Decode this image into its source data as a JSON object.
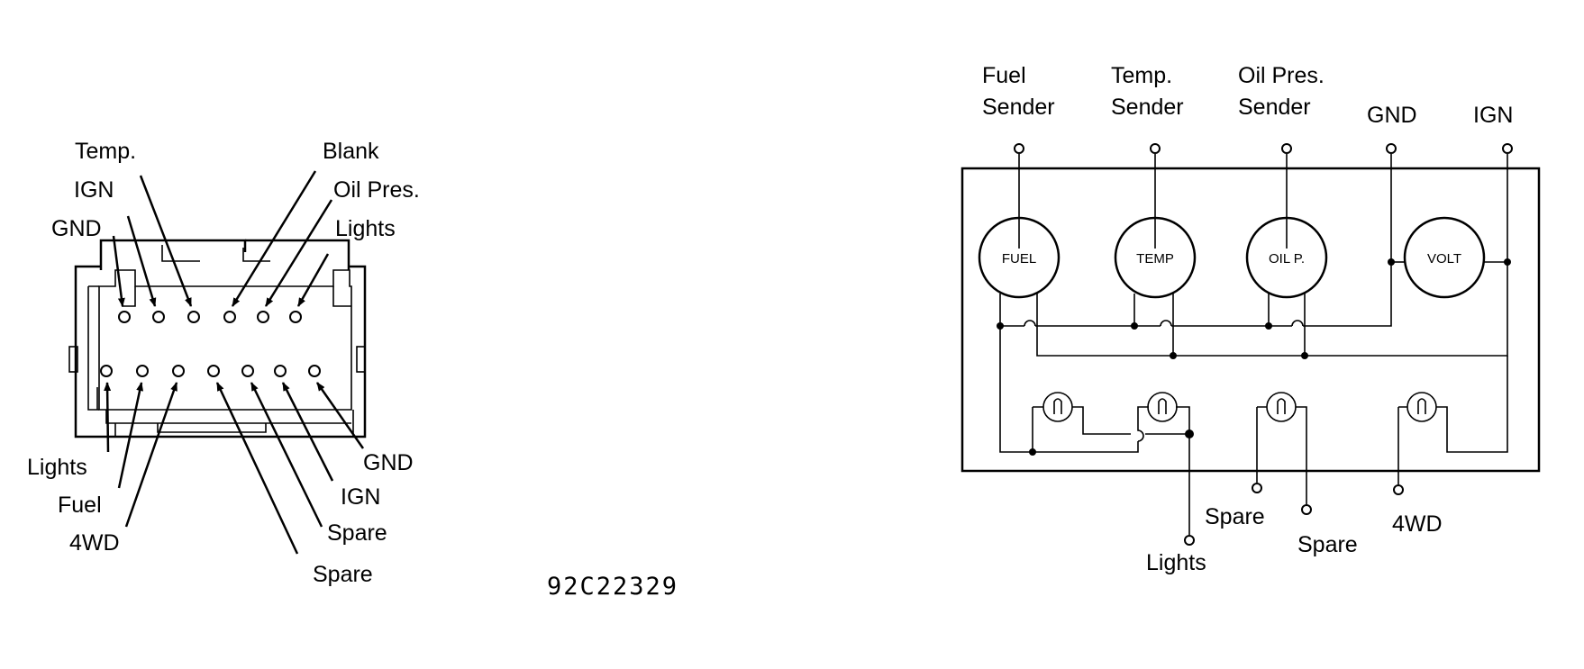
{
  "connector": {
    "labels": {
      "temp": "Temp.",
      "ign_top": "IGN",
      "gnd_top": "GND",
      "blank": "Blank",
      "oil_pres": "Oil Pres.",
      "lights_top": "Lights",
      "lights_bottom": "Lights",
      "fuel": "Fuel",
      "wd4": "4WD",
      "gnd_bottom": "GND",
      "ign_bottom": "IGN",
      "spare_1": "Spare",
      "spare_2": "Spare"
    }
  },
  "figure_code": "92C22329",
  "schematic": {
    "terminals": {
      "fuel_line1": "Fuel",
      "fuel_line2": "Sender",
      "temp_line1": "Temp.",
      "temp_line2": "Sender",
      "oil_line1": "Oil Pres.",
      "oil_line2": "Sender",
      "gnd": "GND",
      "ign": "IGN"
    },
    "gauges": {
      "fuel": "FUEL",
      "temp": "TEMP",
      "oil": "OIL P.",
      "volt": "VOLT"
    },
    "bottom_labels": {
      "lights": "Lights",
      "spare_1": "Spare",
      "spare_2": "Spare",
      "wd4": "4WD"
    }
  }
}
